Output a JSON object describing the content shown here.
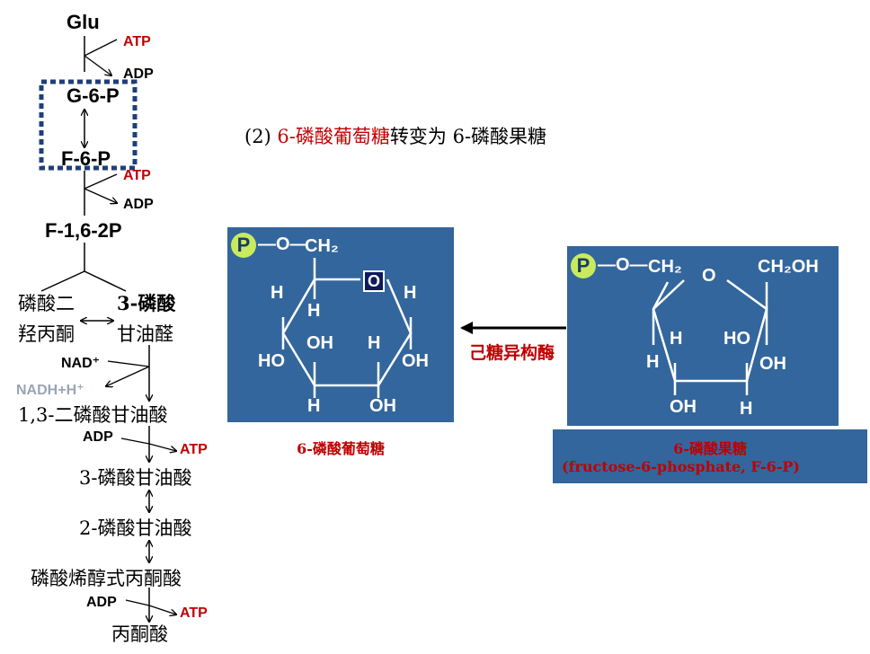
{
  "pathway": {
    "glu": "Glu",
    "atp1": "ATP",
    "adp1": "ADP",
    "g6p": "G-6-P",
    "f6p": "F-6-P",
    "atp2": "ATP",
    "adp2": "ADP",
    "f16bp": "F-1,6-2P",
    "dhap_line1": "磷酸二",
    "dhap_line2": "羟丙酮",
    "gap_line1": "3-磷酸",
    "gap_line2": "甘油醛",
    "nad": "NAD⁺",
    "nadh": "NADH+H⁺",
    "bpg13": "1,3-二磷酸甘油酸",
    "adp3": "ADP",
    "atp3": "ATP",
    "pg3": "3-磷酸甘油酸",
    "pg2": "2-磷酸甘油酸",
    "pep": "磷酸烯醇式丙酮酸",
    "adp4": "ADP",
    "atp4": "ATP",
    "pyruvate": "丙酮酸"
  },
  "title": {
    "prefix": "(2) ",
    "red_part": "6-磷酸葡萄糖",
    "middle": "转变为 ",
    "end": "6-磷酸果糖"
  },
  "enzyme": "己糖异构酶",
  "glucose6p": {
    "p": "P",
    "o_link": "—O—",
    "ch2": "CH₂",
    "ring_o": "O",
    "h_left": "H",
    "h_c5": "H",
    "h_right": "H",
    "oh_c4": "OH",
    "h_c3": "H",
    "ho_left": "HO",
    "oh_right": "OH",
    "h_bottom": "H",
    "oh_bottom": "OH",
    "caption": "6-磷酸葡萄糖"
  },
  "fructose6p": {
    "p": "P",
    "o_link": "—O—",
    "ch2": "CH₂",
    "ring_o": "O",
    "ch2oh": "CH₂OH",
    "h_left": "H",
    "h_left2": "H",
    "ho_right": "HO",
    "oh_right": "OH",
    "oh_bottom": "OH",
    "h_bottom": "H",
    "caption_line1": "6-磷酸果糖",
    "caption_line2": "(fructose-6-phosphate, F-6-P)"
  },
  "colors": {
    "accent_red": "#c00000",
    "panel_blue": "#33669c",
    "p_circle": "#c9ea5e",
    "dashed_box": "#1f3e7a"
  }
}
